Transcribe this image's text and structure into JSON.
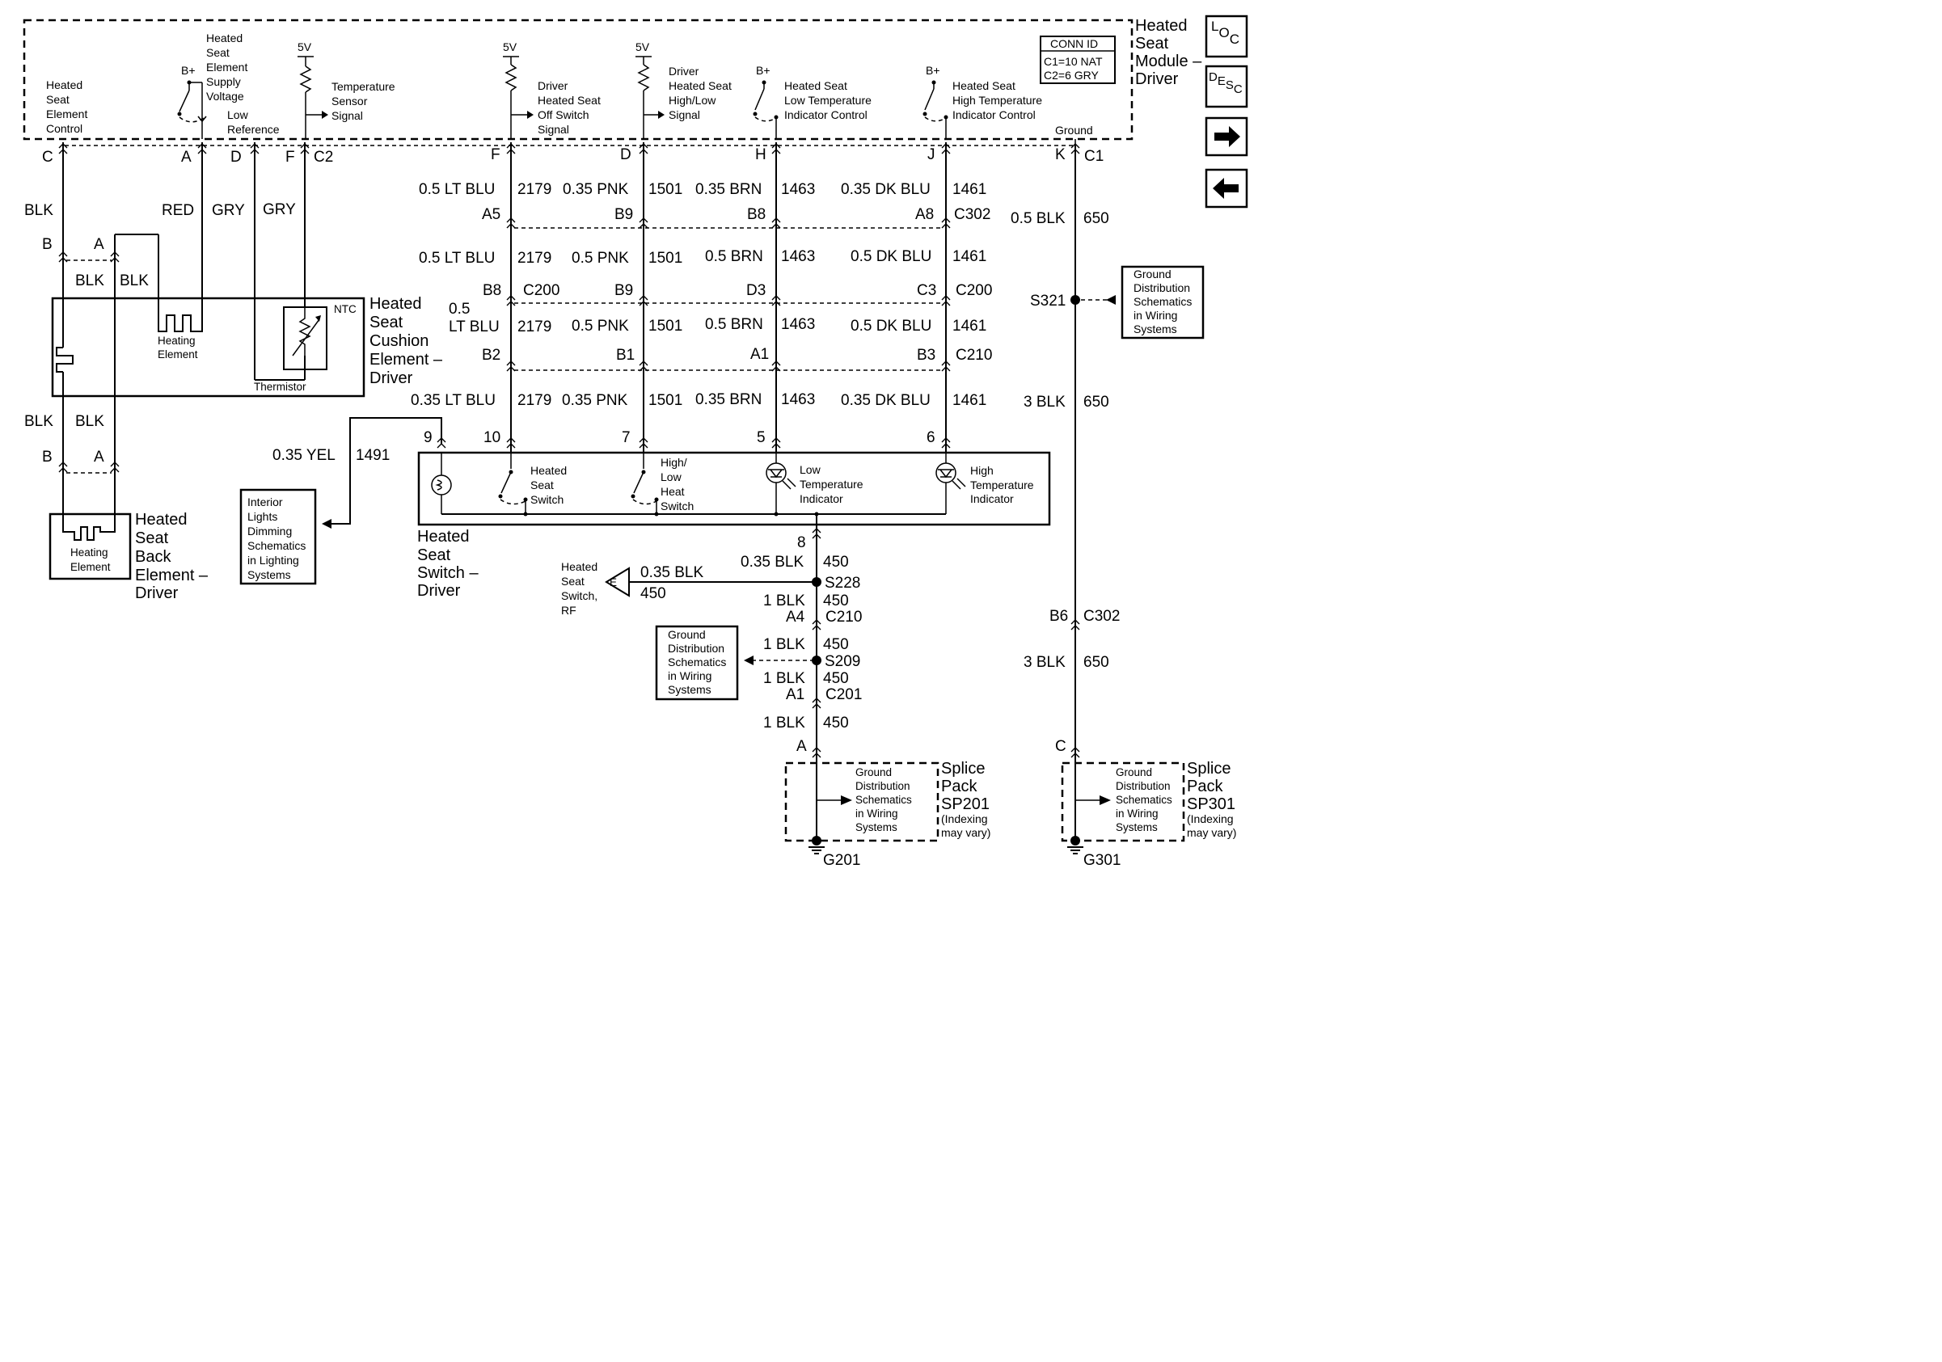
{
  "module": {
    "title": [
      "Heated",
      "Seat",
      "Module –",
      "Driver"
    ],
    "conn_id": [
      "CONN ID",
      "C1=10 NAT",
      "C2=6 GRY"
    ]
  },
  "nav": {
    "loc": "LOC",
    "desc": "DESC"
  },
  "module_labels": {
    "element_control": [
      "Heated",
      "Seat",
      "Element",
      "Control"
    ],
    "supply_voltage": [
      "Heated",
      "Seat",
      "Element",
      "Supply",
      "Voltage"
    ],
    "bplus": "B+",
    "low_ref": [
      "Low",
      "Reference"
    ],
    "five_v": "5V",
    "temp_signal": [
      "Temperature",
      "Sensor",
      "Signal"
    ],
    "off_switch": [
      "Driver",
      "Heated Seat",
      "Off Switch",
      "Signal"
    ],
    "highlow_signal": [
      "Driver",
      "Heated Seat",
      "High/Low",
      "Signal"
    ],
    "low_temp_ctrl": [
      "Heated Seat",
      "Low Temperature",
      "Indicator Control"
    ],
    "high_temp_ctrl": [
      "Heated Seat",
      "High Temperature",
      "Indicator Control"
    ],
    "ground": "Ground"
  },
  "pins": {
    "c": "C",
    "a": "A",
    "d": "D",
    "f": "F",
    "c2": "C2",
    "f1": "F",
    "d1": "D",
    "h": "H",
    "j": "J",
    "k": "K",
    "c1": "C1"
  },
  "wires_left": {
    "blk": "BLK",
    "red": "RED",
    "gry1": "GRY",
    "gry2": "GRY",
    "blk_b1": "BLK",
    "blk_a1": "BLK",
    "blk_b2": "BLK",
    "blk_a2": "BLK",
    "pin_b1": "B",
    "pin_a1": "A",
    "pin_b2": "B",
    "pin_a2": "A"
  },
  "cushion": {
    "title": [
      "Heated",
      "Seat",
      "Cushion",
      "Element –",
      "Driver"
    ],
    "heating": [
      "Heating",
      "Element"
    ],
    "ntc": "NTC",
    "thermistor": "Thermistor"
  },
  "back": {
    "title": [
      "Heated",
      "Seat",
      "Back",
      "Element –",
      "Driver"
    ],
    "heating": [
      "Heating",
      "Element"
    ]
  },
  "rows": {
    "r1": [
      "0.5 LT BLU",
      "2179",
      "0.35 PNK",
      "1501",
      "0.35 BRN",
      "1463",
      "0.35 DK BLU",
      "1461"
    ],
    "c302a": [
      "A5",
      "B9",
      "B8",
      "A8",
      "C302"
    ],
    "r2": [
      "0.5 LT BLU",
      "2179",
      "0.5 PNK",
      "1501",
      "0.5 BRN",
      "1463",
      "0.5 DK BLU",
      "1461"
    ],
    "c200": [
      "B8",
      "C200",
      "B9",
      "D3",
      "C3",
      "C200"
    ],
    "r3": [
      "0.5",
      "LT BLU",
      "2179",
      "0.5 PNK",
      "1501",
      "0.5 BRN",
      "1463",
      "0.5 DK BLU",
      "1461"
    ],
    "c210": [
      "B2",
      "B1",
      "A1",
      "B3",
      "C210"
    ],
    "r4": [
      "0.35 LT BLU",
      "2179",
      "0.35 PNK",
      "1501",
      "0.35 BRN",
      "1463",
      "0.35 DK BLU",
      "1461"
    ],
    "switch_pins": [
      "9",
      "10",
      "7",
      "5",
      "6"
    ]
  },
  "ground_col": {
    "blk650a": "0.5 BLK",
    "c650a": "650",
    "s321": "S321",
    "blk650b": "3 BLK",
    "c650b": "650",
    "b6": "B6",
    "c302": "C302",
    "blk650c": "3 BLK",
    "c650c": "650",
    "pin_c": "C"
  },
  "ground_dist_1": [
    "Ground",
    "Distribution",
    "Schematics",
    "in Wiring",
    "Systems"
  ],
  "yellow": {
    "wire": "0.35 YEL",
    "circuit": "1491"
  },
  "interior": [
    "Interior",
    "Lights",
    "Dimming",
    "Schematics",
    "in Lighting",
    "Systems"
  ],
  "switch": {
    "title": [
      "Heated",
      "Seat",
      "Switch –",
      "Driver"
    ],
    "heated_switch": [
      "Heated",
      "Seat",
      "Switch"
    ],
    "highlow_switch": [
      "High/",
      "Low",
      "Heat",
      "Switch"
    ],
    "low_ind": [
      "Low",
      "Temperature",
      "Indicator"
    ],
    "high_ind": [
      "High",
      "Temperature",
      "Indicator"
    ]
  },
  "ground_path": {
    "pin8": "8",
    "w1": "0.35 BLK",
    "c1": "450",
    "s228": "S228",
    "rf_label": [
      "Heated",
      "Seat",
      "Switch,",
      "RF"
    ],
    "e": "E",
    "rf_wire": "0.35 BLK",
    "rf_circuit": "450",
    "w2": "1 BLK",
    "c2": "450",
    "a4": "A4",
    "c210": "C210",
    "w3": "1 BLK",
    "c3": "450",
    "s209": "S209",
    "w4": "1 BLK",
    "c4": "450",
    "a1": "A1",
    "c201": "C201",
    "w5": "1 BLK",
    "c5": "450",
    "pin_a": "A"
  },
  "ground_dist_2": [
    "Ground",
    "Distribution",
    "Schematics",
    "in Wiring",
    "Systems"
  ],
  "sp201": {
    "title": [
      "Splice",
      "Pack",
      "SP201"
    ],
    "note": [
      "(Indexing",
      "may vary)"
    ],
    "inner": [
      "Ground",
      "Distribution",
      "Schematics",
      "in Wiring",
      "Systems"
    ],
    "g": "G201"
  },
  "sp301": {
    "title": [
      "Splice",
      "Pack",
      "SP301"
    ],
    "note": [
      "(Indexing",
      "may vary)"
    ],
    "inner": [
      "Ground",
      "Distribution",
      "Schematics",
      "in Wiring",
      "Systems"
    ],
    "g": "G301"
  }
}
